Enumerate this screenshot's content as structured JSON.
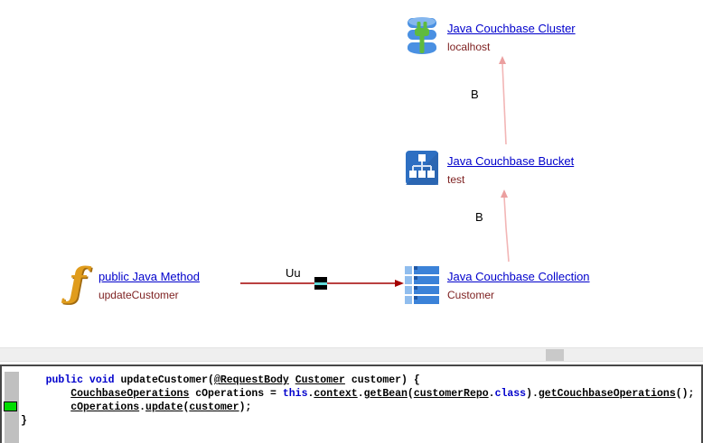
{
  "diagram": {
    "nodes": [
      {
        "id": "cluster",
        "title": "Java Couchbase Cluster",
        "subtitle": "localhost",
        "icon": "database-plug-icon"
      },
      {
        "id": "bucket",
        "title": "Java Couchbase Bucket",
        "subtitle": "test",
        "icon": "sitemap-icon"
      },
      {
        "id": "collection",
        "title": "Java Couchbase Collection",
        "subtitle": "Customer",
        "icon": "list-rows-icon"
      },
      {
        "id": "method",
        "title": "public Java Method",
        "subtitle": "updateCustomer",
        "icon": "function-icon"
      }
    ],
    "edges": [
      {
        "from": "bucket",
        "to": "cluster",
        "label": "B"
      },
      {
        "from": "collection",
        "to": "bucket",
        "label": "B"
      },
      {
        "from": "method",
        "to": "collection",
        "label": "Uu"
      }
    ]
  },
  "code_panel": {
    "lines": [
      {
        "tokens": [
          {
            "text": "    ",
            "style": "plain"
          },
          {
            "text": "public void ",
            "style": "keyword"
          },
          {
            "text": "updateCustomer(",
            "style": "plain"
          },
          {
            "text": "@RequestBody",
            "style": "link"
          },
          {
            "text": " ",
            "style": "plain"
          },
          {
            "text": "Customer",
            "style": "link"
          },
          {
            "text": " customer) {",
            "style": "plain"
          }
        ]
      },
      {
        "tokens": [
          {
            "text": "        ",
            "style": "plain"
          },
          {
            "text": "CouchbaseOperations",
            "style": "link"
          },
          {
            "text": " cOperations = ",
            "style": "plain"
          },
          {
            "text": "this",
            "style": "keyword"
          },
          {
            "text": ".",
            "style": "plain"
          },
          {
            "text": "context",
            "style": "link"
          },
          {
            "text": ".",
            "style": "plain"
          },
          {
            "text": "getBean",
            "style": "link"
          },
          {
            "text": "(",
            "style": "plain"
          },
          {
            "text": "customerRepo",
            "style": "link"
          },
          {
            "text": ".",
            "style": "plain"
          },
          {
            "text": "class",
            "style": "keyword"
          },
          {
            "text": ").",
            "style": "plain"
          },
          {
            "text": "getCouchbaseOperations",
            "style": "link"
          },
          {
            "text": "();",
            "style": "plain"
          }
        ]
      },
      {
        "tokens": [
          {
            "text": "        ",
            "style": "plain"
          },
          {
            "text": "cOperations",
            "style": "link"
          },
          {
            "text": ".",
            "style": "plain"
          },
          {
            "text": "update",
            "style": "link"
          },
          {
            "text": "(",
            "style": "plain"
          },
          {
            "text": "customer",
            "style": "link"
          },
          {
            "text": ");",
            "style": "plain"
          }
        ]
      },
      {
        "tokens": [
          {
            "text": "}",
            "style": "plain"
          }
        ]
      }
    ]
  },
  "colors": {
    "link_blue": "#0000cc",
    "subtitle_maroon": "#7d1f1f",
    "edge_dark_red": "#a40000",
    "edge_pink": "#f2b6b6",
    "marker_green": "#00dd00",
    "icon_blue": "#3b82d8",
    "cyan_bar": "#63dada"
  }
}
